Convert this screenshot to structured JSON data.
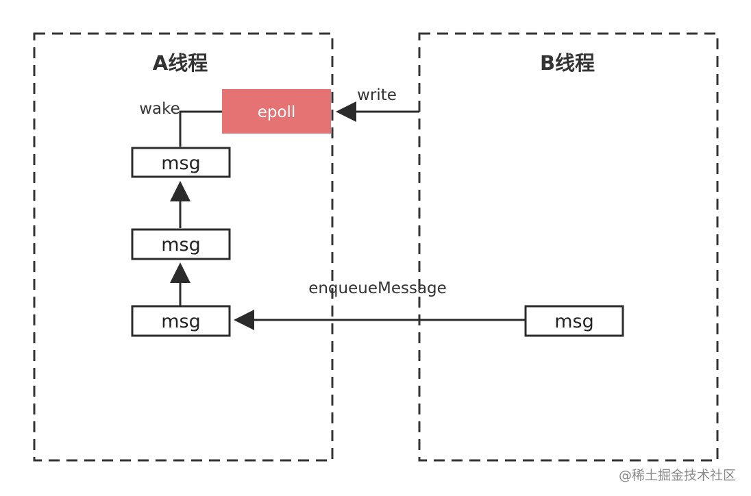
{
  "threads": {
    "a": {
      "title": "A线程"
    },
    "b": {
      "title": "B线程"
    }
  },
  "nodes": {
    "epoll": {
      "label": "epoll",
      "color": "#e57373"
    },
    "msg_top": {
      "label": "msg"
    },
    "msg_mid": {
      "label": "msg"
    },
    "msg_bottom": {
      "label": "msg"
    },
    "msg_b": {
      "label": "msg"
    }
  },
  "edges": {
    "write": {
      "label": "write"
    },
    "wake": {
      "label": "wake"
    },
    "enqueue": {
      "label": "enqueueMessage"
    }
  },
  "watermark": {
    "text": "@稀土掘金技术社区"
  },
  "colors": {
    "stroke": "#2b2b2b",
    "dash": "#333333"
  }
}
